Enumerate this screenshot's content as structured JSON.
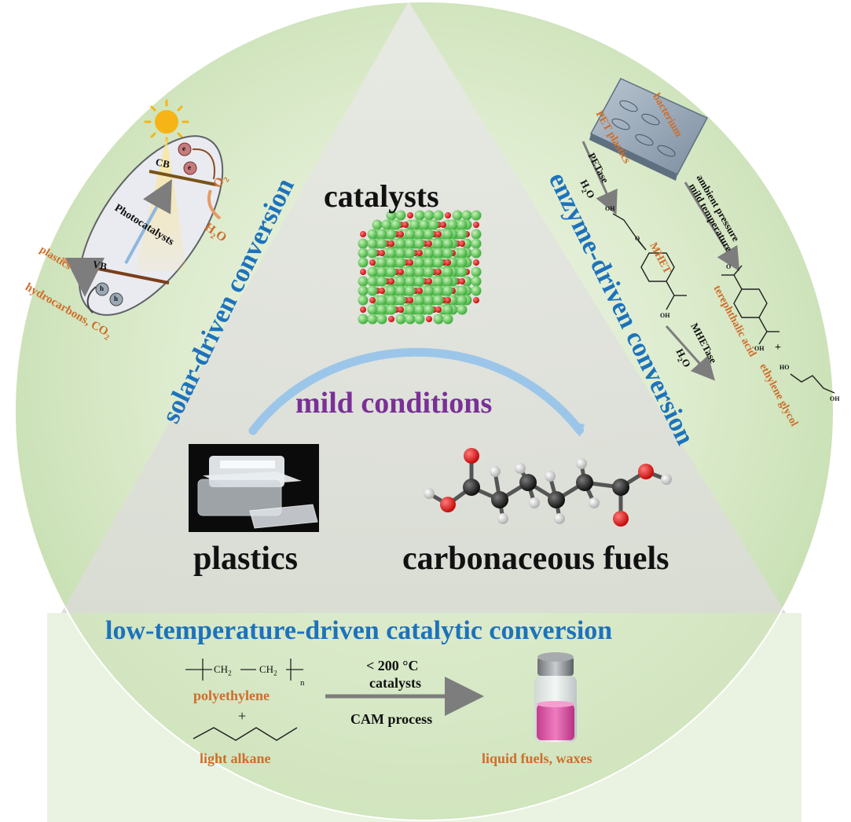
{
  "center": {
    "catalysts": "catalysts",
    "mild_conditions": "mild  conditions",
    "plastics": "plastics",
    "fuels": "carbonaceous  fuels"
  },
  "solar": {
    "title": "solar-driven conversion",
    "cb": "CB",
    "vb": "VB",
    "photocatalysts": "Photocatalysts",
    "e_symbol": "e",
    "h_symbol": "h",
    "o2": "O",
    "o2_sub": "2",
    "h2o": "H",
    "h2o_sub": "2",
    "h2o_end": "O",
    "plastics": "plastics",
    "products": "hydrocarbons, CO",
    "products_sub": "2"
  },
  "enzyme": {
    "title": "enzyme-driven conversion",
    "bacterium": "bacterium",
    "pet_plastics": "PET plastics",
    "petase": "PETase",
    "h2o_a": "H",
    "h2o_a_sub": "2",
    "h2o_a_end": "O",
    "ambient": "ambient pressure",
    "mild_temp": "mild temperature",
    "mhet": "MHET",
    "mhetase": "MHETase",
    "h2o_b": "H",
    "h2o_b_sub": "2",
    "h2o_b_end": "O",
    "terephthalic": "terephthalic acid",
    "plus": "+",
    "ethylene_glycol": "ethylene glycol",
    "oh": "OH",
    "ho": "HO",
    "o": "O"
  },
  "low_temp": {
    "title": "low-temperature-driven catalytic conversion",
    "ch2": "CH",
    "ch2_sub": "2",
    "n": "n",
    "polyethylene": "polyethylene",
    "plus": "+",
    "light_alkane": "light alkane",
    "temp": "< 200 °C",
    "catalysts": "catalysts",
    "process": "CAM process",
    "products": "liquid fuels, waxes"
  },
  "colors": {
    "title_blue": "#1d72bb",
    "label_orange": "#cf6d2a",
    "mild_purple": "#7a3096",
    "circle_green": "#cfe3bd",
    "triangle_grey": "#dfe2dc"
  }
}
